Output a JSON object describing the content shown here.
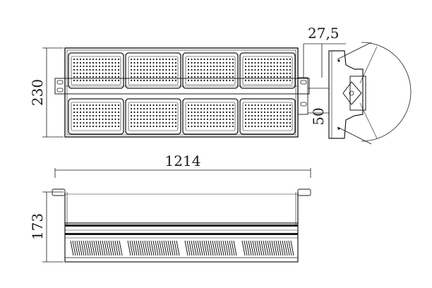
{
  "dimensions": {
    "height_front": "230",
    "width_total": "1214",
    "height_side": "173",
    "bracket_offset": "27,5",
    "bracket_gap": "50"
  },
  "module_rows": 2,
  "modules_per_row": 4,
  "fins_per_module": 24
}
